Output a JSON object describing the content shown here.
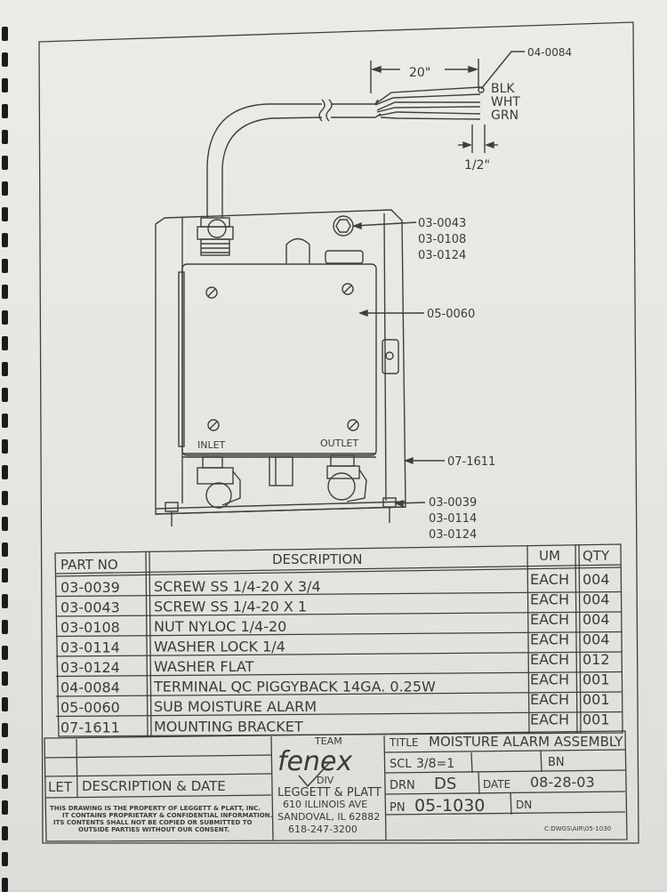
{
  "drawing": {
    "dimension_length": "20\"",
    "dimension_strip": "1/2\"",
    "wire_labels": [
      "BLK",
      "WHT",
      "GRN"
    ],
    "callouts": {
      "terminal": "04-0084",
      "top_hardware": [
        "03-0043",
        "03-0108",
        "03-0124"
      ],
      "alarm": "05-0060",
      "bracket": "07-1611",
      "bottom_hardware": [
        "03-0039",
        "03-0114",
        "03-0124"
      ]
    },
    "port_inlet": "INLET",
    "port_outlet": "OUTLET"
  },
  "bom": {
    "headers": [
      "PART NO",
      "DESCRIPTION",
      "UM",
      "QTY"
    ],
    "rows": [
      [
        "03-0039",
        "SCREW SS 1/4-20 X 3/4",
        "EACH",
        "004"
      ],
      [
        "03-0043",
        "SCREW SS 1/4-20 X 1",
        "EACH",
        "004"
      ],
      [
        "03-0108",
        "NUT NYLOC 1/4-20",
        "EACH",
        "004"
      ],
      [
        "03-0114",
        "WASHER LOCK 1/4",
        "EACH",
        "004"
      ],
      [
        "03-0124",
        "WASHER FLAT",
        "EACH",
        "012"
      ],
      [
        "04-0084",
        "TERMINAL QC PIGGYBACK 14GA. 0.25W",
        "EACH",
        "001"
      ],
      [
        "05-0060",
        "SUB MOISTURE ALARM",
        "EACH",
        "001"
      ],
      [
        "07-1611",
        "MOUNTING BRACKET",
        "EACH",
        "001"
      ]
    ]
  },
  "title_block": {
    "revision_header_let": "LET",
    "revision_header_desc": "DESCRIPTION & DATE",
    "notice": [
      "THIS DRAWING IS THE PROPERTY OF LEGGETT & PLATT, INC.",
      "IT CONTAINS PROPRIETARY & CONFIDENTIAL INFORMATION.",
      "ITS CONTENTS SHALL NOT BE COPIED OR SUBMITTED TO",
      "OUTSIDE PARTIES WITHOUT OUR CONSENT."
    ],
    "logo_team": "TEAM",
    "logo_name": "fenex",
    "company": [
      "DIV",
      "LEGGETT & PLATT",
      "610 ILLINOIS AVE",
      "SANDOVAL, IL 62882",
      "618-247-3200"
    ],
    "title_label": "TITLE",
    "title": "MOISTURE ALARM ASSEMBLY",
    "scale_label": "SCL",
    "scale": "3/8=1",
    "bn_label": "BN",
    "drn_label": "DRN",
    "drn": "DS",
    "date_label": "DATE",
    "date": "08-28-03",
    "pn_label": "PN",
    "pn": "05-1030",
    "dn_label": "DN",
    "path": "C:DWGS\\AIR\\05-1030"
  },
  "colors": {
    "ink": "#3a3a3a",
    "paper": "#e9e8e4"
  }
}
